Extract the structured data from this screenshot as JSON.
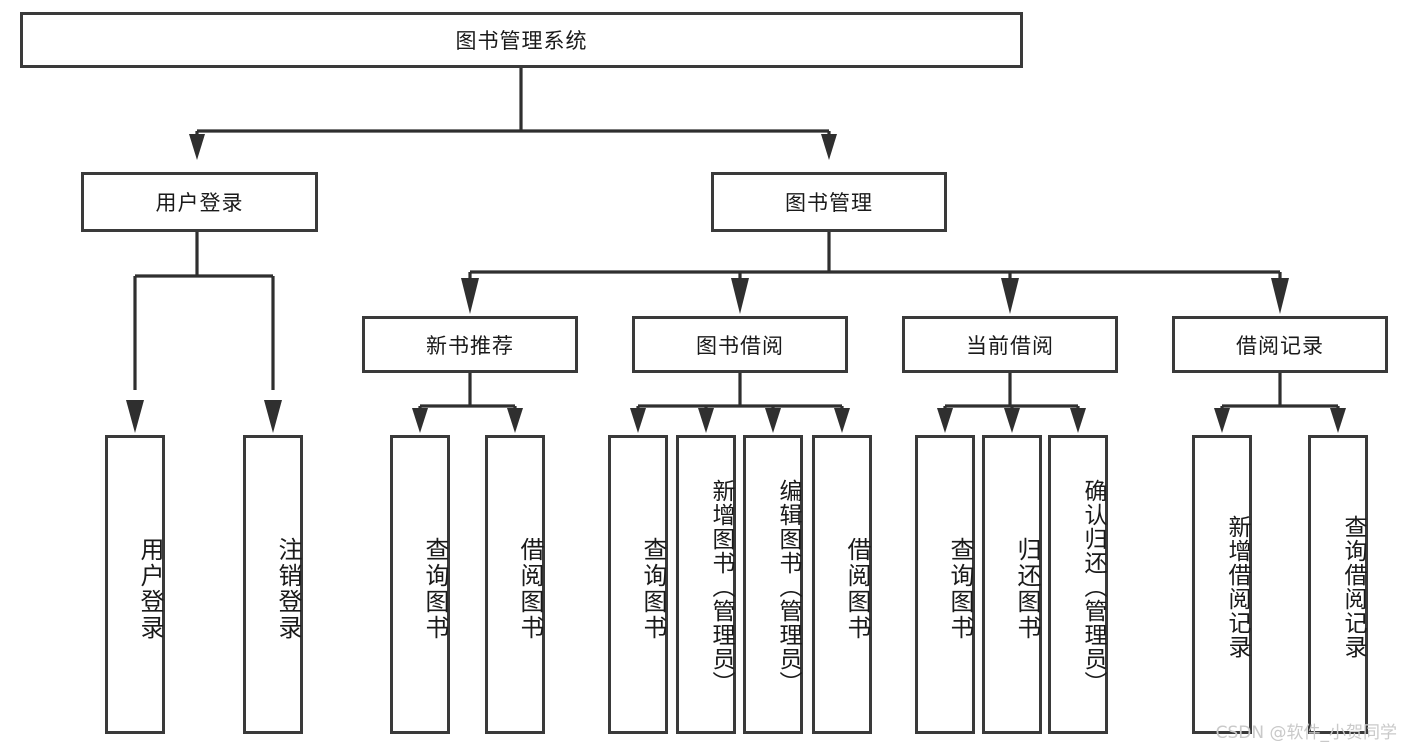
{
  "diagram": {
    "title": "图书管理系统",
    "watermark": "CSDN @软件_小贺同学",
    "accent_color": "#2f2f2f",
    "box_fill": "#ffffff",
    "root": {
      "label": "图书管理系统"
    },
    "level1": [
      {
        "label": "用户登录"
      },
      {
        "label": "图书管理"
      }
    ],
    "level2": [
      {
        "label": "新书推荐"
      },
      {
        "label": "图书借阅"
      },
      {
        "label": "当前借阅"
      },
      {
        "label": "借阅记录"
      }
    ],
    "leaves": {
      "user_login": [
        {
          "label": "用户登录"
        },
        {
          "label": "注销登录"
        }
      ],
      "new_book_recommend": [
        {
          "label": "查询图书"
        },
        {
          "label": "借阅图书"
        }
      ],
      "book_borrow": [
        {
          "label": "查询图书"
        },
        {
          "label": "新增图书（管理员）"
        },
        {
          "label": "编辑图书（管理员）"
        },
        {
          "label": "借阅图书"
        }
      ],
      "current_borrow": [
        {
          "label": "查询图书"
        },
        {
          "label": "归还图书"
        },
        {
          "label": "确认归还（管理员）"
        }
      ],
      "borrow_records": [
        {
          "label": "新增借阅记录"
        },
        {
          "label": "查询借阅记录"
        }
      ]
    }
  }
}
